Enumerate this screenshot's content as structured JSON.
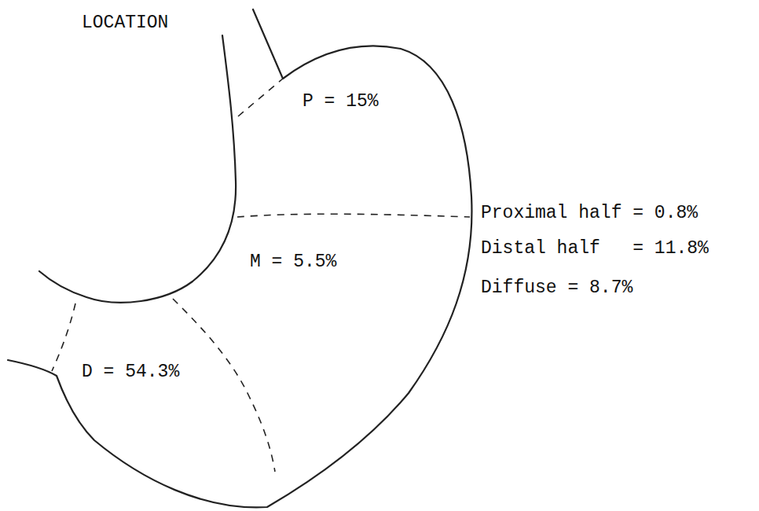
{
  "diagram": {
    "title": "LOCATION",
    "labels": [
      "P = 15%",
      "M = 5.5%",
      "D = 54.3%",
      "Proximal half = 0.8%",
      "Distal half   = 11.8%",
      "Diffuse = 8.7%"
    ]
  }
}
